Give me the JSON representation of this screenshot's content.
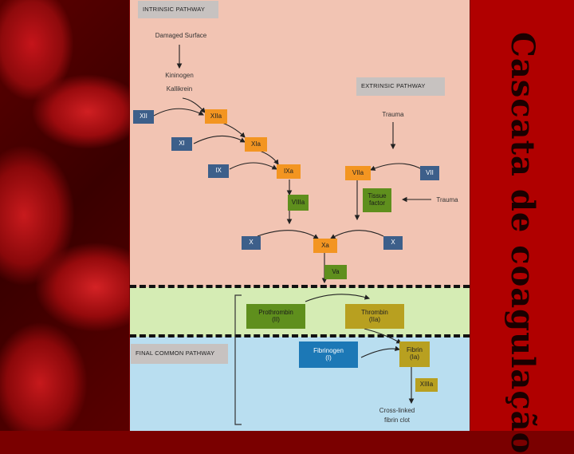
{
  "title": "Cascata de coagulação",
  "diagram": {
    "intrinsic_label": "INTRINSIC PATHWAY",
    "extrinsic_label": "EXTRINSIC PATHWAY",
    "final_label": "FINAL COMMON PATHWAY",
    "damaged_surface": "Damaged Surface",
    "kininogen": "Kininogen",
    "kallikrein": "Kallikrein",
    "trauma_top": "Trauma",
    "trauma_right": "Trauma",
    "xii": "XII",
    "xiia": "XIIa",
    "xi": "XI",
    "xia": "XIa",
    "ix": "IX",
    "ixa": "IXa",
    "viia": "VIIa",
    "vii": "VII",
    "viiia": "VIIIa",
    "tissue_factor": "Tissue factor",
    "x_left": "X",
    "xa": "Xa",
    "x_right": "X",
    "va": "Va",
    "prothrombin": "Prothrombin",
    "prothrombin_sub": "(II)",
    "thrombin": "Thrombin",
    "thrombin_sub": "(IIa)",
    "fibrinogen": "Fibrinogen",
    "fibrinogen_sub": "(I)",
    "fibrin": "Fibrin",
    "fibrin_sub": "(Ia)",
    "xiiia": "XIIIa",
    "clot_line1": "Cross-linked",
    "clot_line2": "fibrin clot"
  },
  "colors": {
    "intrinsic_bg": "#f2c4b3",
    "common_green_bg": "#d5ecb4",
    "common_blue_bg": "#b9def0",
    "blue_box": "#3d5f8a",
    "orange_box": "#f39521",
    "green_box": "#5f8f1d",
    "olive_box": "#b8a020",
    "steelblue_box": "#1c78b6"
  }
}
